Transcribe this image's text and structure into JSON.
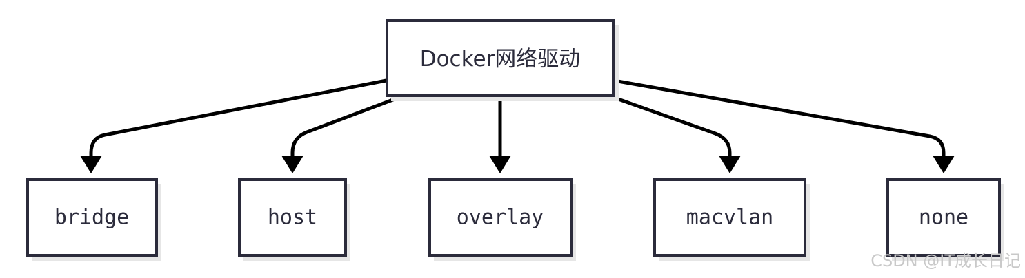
{
  "diagram": {
    "root": {
      "label": "Docker网络驱动"
    },
    "children": [
      {
        "label": "bridge"
      },
      {
        "label": "host"
      },
      {
        "label": "overlay"
      },
      {
        "label": "macvlan"
      },
      {
        "label": "none"
      }
    ]
  },
  "watermark": "CSDN @IT成长日记",
  "colors": {
    "node_stroke": "#2b2b3b",
    "edge": "#000000",
    "shadow": "#e6e6e6",
    "watermark": "#c9c9c9"
  }
}
